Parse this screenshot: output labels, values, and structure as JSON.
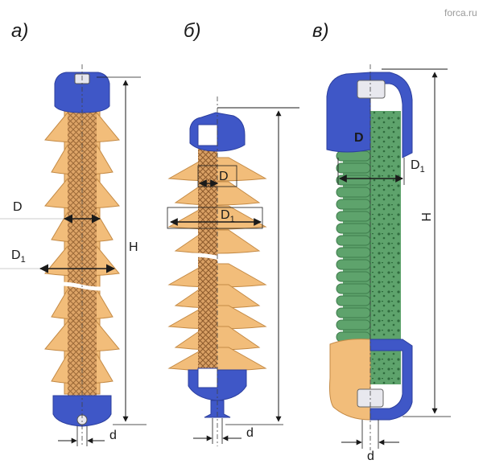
{
  "watermark": "forca.ru",
  "panels": [
    {
      "label": "а)"
    },
    {
      "label": "б)"
    },
    {
      "label": "в)"
    }
  ],
  "dims": {
    "a": {
      "H": "H",
      "D": "D",
      "D1": "D",
      "D1_sub": "1",
      "d": "d"
    },
    "b": {
      "D": "D",
      "D1": "D",
      "D1_sub": "1",
      "d": "d"
    },
    "c": {
      "H": "H",
      "D": "D",
      "D1": "D",
      "D1_sub": "1",
      "d": "d"
    }
  },
  "colors": {
    "cap": "#3f57c7",
    "cap_dark": "#2c3f9e",
    "porcelain": "#f2bd7a",
    "porcelain_shade": "#dca160",
    "core": "#c98a4d",
    "silicone": "#5ea36c",
    "silicone_dark": "#3f7d4d",
    "line": "#1a1a1a"
  }
}
